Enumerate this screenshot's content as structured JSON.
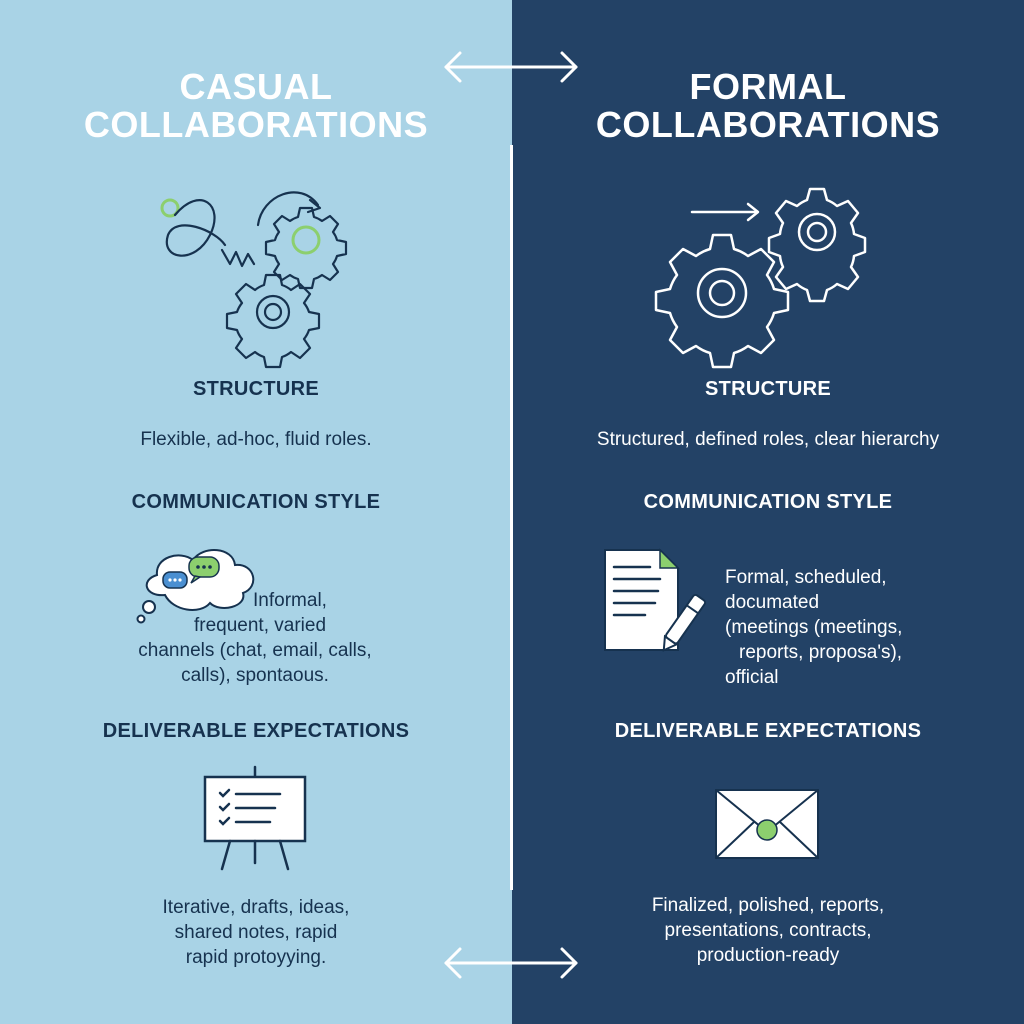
{
  "left": {
    "title_line1": "CASUAL",
    "title_line2": "COLLABORATIONS",
    "structure_heading": "STRUCTURE",
    "structure_text": "Flexible, ad-hoc, fluid roles.",
    "communication_heading": "COMMUNICATION STYLE",
    "communication_lines": [
      "Informal,",
      "frequent, varied",
      "channels (chat, email, calls,",
      "calls), spontaous."
    ],
    "deliverable_heading": "DELIVERABLE EXPECTATIONS",
    "deliverable_lines": [
      "Iterative, drafts, ideas,",
      "shared notes, rapid",
      "rapid protoyying."
    ],
    "icons": [
      "squiggle-arrow-icon",
      "gear-icon",
      "chat-bubbles-icon",
      "whiteboard-checklist-icon"
    ]
  },
  "right": {
    "title_line1": "FORMAL",
    "title_line2": "COLLABORATIONS",
    "structure_heading": "STRUCTURE",
    "structure_text": "Structured, defined roles, clear hierarchy",
    "communication_heading": "COMMUNICATION STYLE",
    "communication_lines": [
      "Formal, scheduled,",
      "documated",
      "(meetings (meetings,",
      "reports, proposa's),",
      "official"
    ],
    "deliverable_heading": "DELIVERABLE EXPECTATIONS",
    "deliverable_lines": [
      "Finalized, polished, reports,",
      "presentations, contracts,",
      "production-ready"
    ],
    "icons": [
      "arrow-right-icon",
      "gear-icon",
      "document-pen-icon",
      "envelope-icon"
    ]
  },
  "colors": {
    "left_bg": "#a9d3e6",
    "right_bg": "#234266",
    "accent_green": "#8ccf6e",
    "ink": "#16324f"
  }
}
